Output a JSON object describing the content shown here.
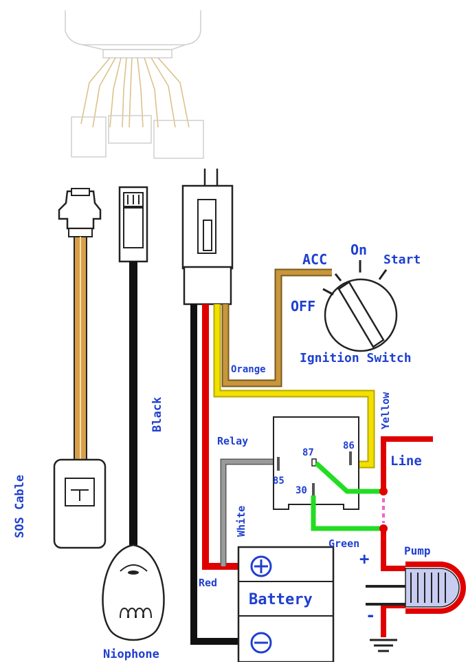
{
  "colors": {
    "label_blue": "#1f3fd0",
    "wire_red": "#e00000",
    "wire_yellow": "#f2e000",
    "wire_orange": "#c8963c",
    "wire_green": "#22dd22",
    "wire_gray": "#8a8a8a",
    "wire_black": "#111111",
    "wire_gold": "#d8a04a",
    "pump_body": "#c8ccf0"
  },
  "labels": {
    "sos_cable": "SOS Cable",
    "black": "Black",
    "niophone": "Niophone",
    "red": "Red",
    "white": "White",
    "orange": "Orange",
    "yellow": "Yellow",
    "green": "Green",
    "relay": "Relay",
    "pin_85": "85",
    "pin_87": "87",
    "pin_86": "86",
    "pin_30": "30",
    "ignition_switch": "Ignition Switch",
    "off": "OFF",
    "acc": "ACC",
    "on": "On",
    "start": "Start",
    "battery": "Battery",
    "line": "Line",
    "pump": "Pump",
    "plus": "+",
    "minus": "-"
  }
}
